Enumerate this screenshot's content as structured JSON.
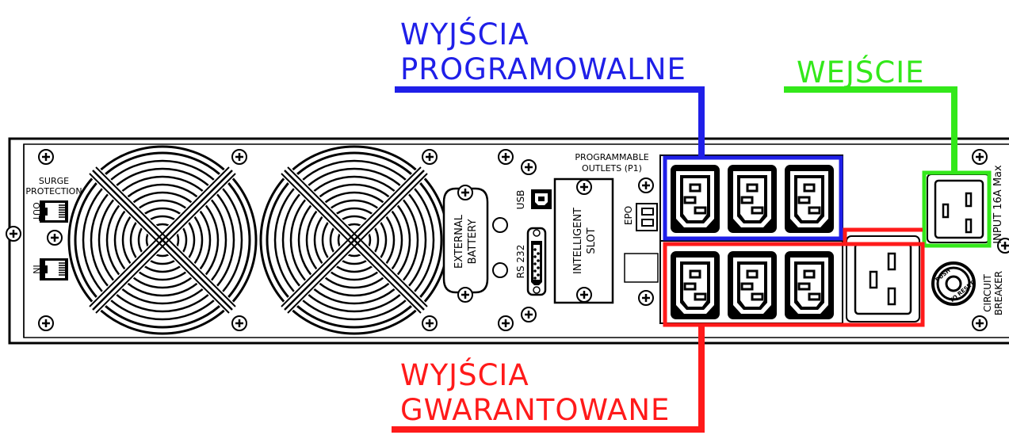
{
  "callouts": {
    "programmable": {
      "line1": "WYJŚCIA",
      "line2": "PROGRAMOWALNE",
      "color": "#1f1fe8"
    },
    "input": {
      "text": "WEJŚCIE",
      "color": "#33e81a"
    },
    "guaranteed": {
      "line1": "WYJŚCIA",
      "line2": "GWARANTOWANE",
      "color": "#ff1a1a"
    }
  },
  "panel": {
    "surge_protection": {
      "line1": "SURGE",
      "line2": "PROTECTION"
    },
    "port_out": "OUT",
    "port_in": "IN",
    "external_battery": {
      "line1": "EXTERNAL",
      "line2": "BATTERY"
    },
    "usb": "USB",
    "rs232": "RS 232",
    "intelligent_slot": {
      "line1": "INTELLIGENT",
      "line2": "SLOT"
    },
    "epo": "EPO",
    "programmable_outlets": {
      "line1": "PROGRAMMABLE",
      "line2": "OUTLETS (P1)"
    },
    "input_rating": "INPUT 16A Max",
    "circuit_breaker": {
      "line1": "CIRCUIT",
      "line2": "BREAKER"
    },
    "breaker_button": {
      "push": "PUSH",
      "to_reset": "TO RESET"
    }
  },
  "icons": [
    "screw-icon",
    "fan-grille-icon",
    "rj45-port-icon",
    "usb-b-port-icon",
    "db9-serial-port-icon",
    "c13-outlet-icon",
    "c19-outlet-icon",
    "c20-inlet-icon"
  ]
}
